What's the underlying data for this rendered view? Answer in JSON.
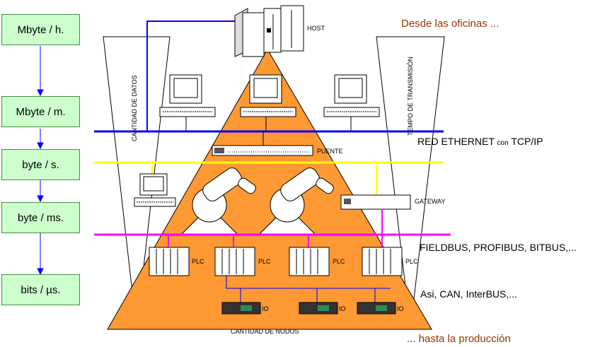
{
  "rates": [
    "Mbyte / h.",
    "Mbyte / m.",
    "byte / s.",
    "byte / ms.",
    "bits / µs."
  ],
  "labels": {
    "host": "HOST",
    "from_offices": "Desde las oficinas ...",
    "to_production": "... hasta la producción",
    "data_amount": "CANTIDAD DE DATOS",
    "transmission_time": "TEMPO DE TRANSMISIÓN",
    "ethernet_main": "RED ETHERNET",
    "ethernet_con": "con",
    "ethernet_proto": "TCP/IP",
    "bridge": "PUENTE",
    "gateway": "GATEWAY",
    "fieldbus": "FIELDBUS, PROFIBUS, BITBUS,...",
    "asi": "Asi, CAN, InterBUS,...",
    "plc": "PLC",
    "io": "IO",
    "node_count": "CANTIDAD DE NODOS"
  },
  "colors": {
    "box_fill": "#ccffcc",
    "pyramid": "#ff9933",
    "ethernet": "#0000ff",
    "yellow_bus": "#ffff00",
    "fieldbus": "#ff00ff",
    "accent_text": "#993300"
  }
}
